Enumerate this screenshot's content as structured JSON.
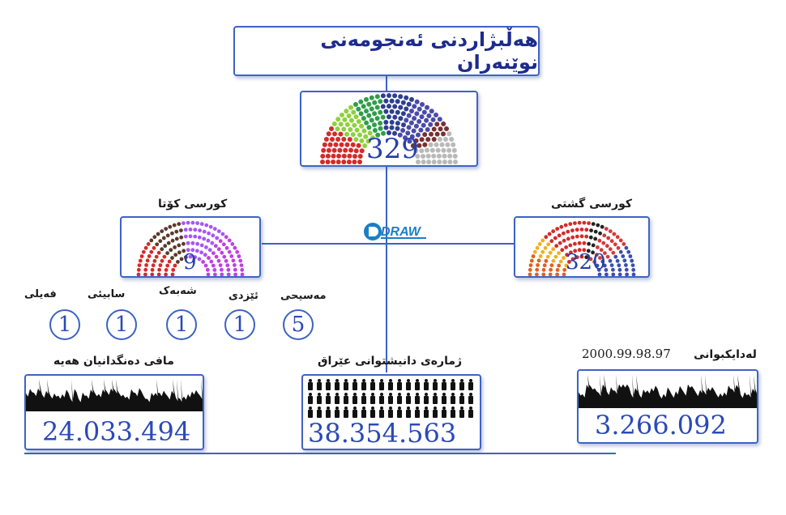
{
  "title": "هەڵبژاردنی ئەنجومەنی نوێنەران",
  "total_seats": "329",
  "quota": {
    "label": "کورسی کۆتا",
    "seats": "9"
  },
  "general": {
    "label": "کورسی گشتی",
    "seats": "320"
  },
  "logo": {
    "text": "DRAW",
    "colors": {
      "primary": "#1a7fc4"
    }
  },
  "minorities": [
    {
      "label": "مەسیحی",
      "value": "5"
    },
    {
      "label": "ئێزدی",
      "value": "1"
    },
    {
      "label": "شەبەک",
      "value": "1"
    },
    {
      "label": "سابیئی",
      "value": "1"
    },
    {
      "label": "فەیلی",
      "value": "1"
    }
  ],
  "eligible_voters": {
    "label": "مافی دەنگدانیان هەیە",
    "value": "24.033.494"
  },
  "population": {
    "label": "ژمارەی دانیشتوانی عێراق",
    "value": "38.354.563"
  },
  "born": {
    "label": "لەدایکبوانی",
    "years": "2000.99.98.97",
    "value": "3.266.092"
  },
  "colors": {
    "accent": "#3b63c4",
    "title": "#1d2c8c",
    "number": "#2b49b8"
  }
}
